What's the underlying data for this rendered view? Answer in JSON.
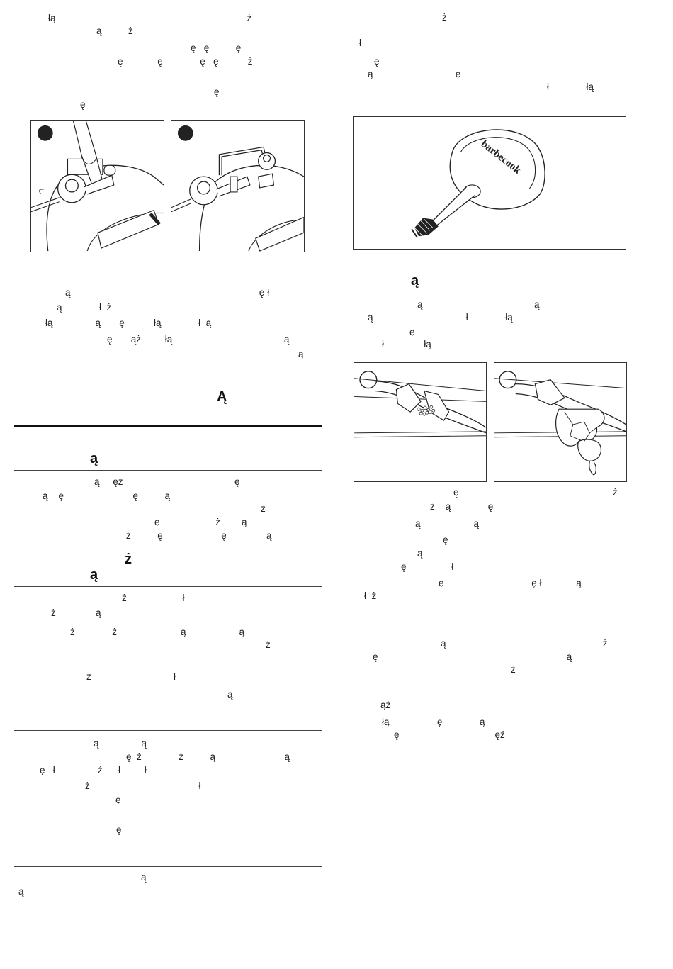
{
  "left_column": {
    "top_lines": [
      "łą                                                                        ż",
      "ą          ż",
      "ę   ę          ę",
      "ę             ę              ę   ę           ż",
      "ę",
      "ę"
    ],
    "section1_lines": [
      "ą                                                                       ę ł",
      "ą              ł  ż",
      "łą                ą       ę           łą              ł  ą",
      "ę       ąż         łą                                          ą",
      "ą"
    ],
    "big_letter": "Ą",
    "heading1": "ą",
    "section2_lines": [
      "ą     ęż                                          ę",
      "ą    ę                          ę          ą",
      "ż",
      "ę                     ż        ą",
      "ż          ę                      ę               ą"
    ],
    "heading2a": "ż",
    "heading2b": "ą",
    "section3_lines": [
      "ż                     ł",
      "ż               ą",
      "ż              ż                        ą                    ą",
      "ż",
      "ż                               ł",
      "ą"
    ],
    "section4_lines": [
      "ą                ą",
      "ę  ż              ż          ą                          ą",
      "ę   ł                ź      ł         ł",
      "ż                                         ł",
      "ę",
      "ę"
    ],
    "section5_lines": [
      "ą",
      "ą"
    ]
  },
  "right_column": {
    "top_lines": [
      "ż",
      "ł",
      "ę",
      "ą                               ę",
      "ł              łą"
    ],
    "brush_logo": "barbecook",
    "heading3": "ą",
    "section6_lines": [
      "ą                                          ą",
      "ą                                   ł              łą",
      "ę",
      "ł               łą"
    ],
    "section7_lines": [
      "ę                                                          ż",
      "ż    ą              ę",
      "ą                    ą",
      "ę",
      "ą",
      "ę                 ł",
      "ę                                 ę ł             ą",
      "ł  ż"
    ],
    "section8_lines": [
      "ą                                                           ż",
      "ę                                                                       ą",
      "ż"
    ],
    "section9_lines": [
      "ąż",
      "łą                  ę              ą",
      "ę                                    ęź"
    ]
  },
  "colors": {
    "text": "#222222",
    "rule": "#444444",
    "rule_thick": "#111111",
    "figure_border": "#333333",
    "step_circle": "#222222"
  },
  "icons": [
    "wrench-regulator-illustration",
    "regulator-connected-illustration",
    "cleaning-brush-illustration",
    "gas-leak-bubbles-small-illustration",
    "gas-leak-bubbles-large-illustration"
  ]
}
